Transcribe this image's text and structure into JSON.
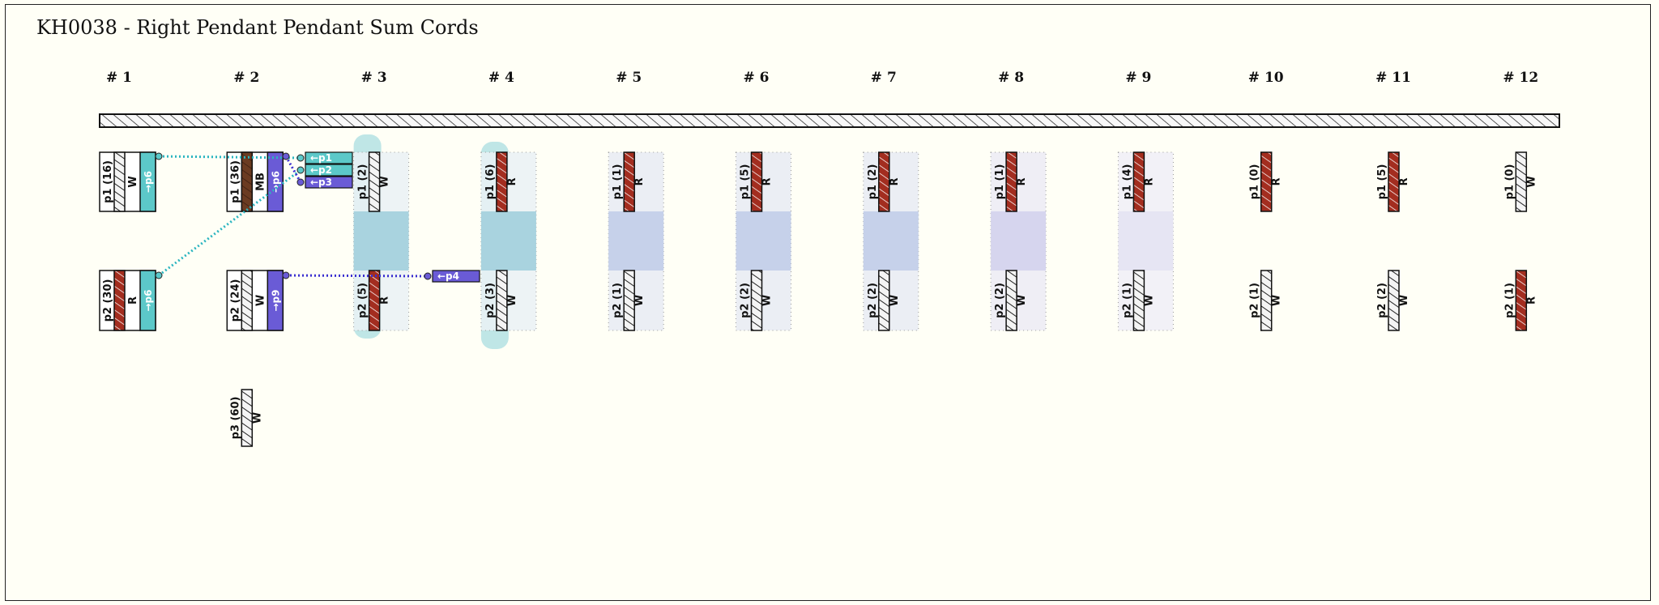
{
  "title": "KH0038 - Right Pendant Pendant Sum Cords",
  "colors": {
    "teal": "#5cc8c9",
    "purple": "#6a5bd6",
    "red": "#a32d1f",
    "brown": "#6b3b22",
    "white": "#f4f4f4"
  },
  "groups": [
    {
      "label": "# 1",
      "cords": [
        {
          "name": "p1 (16)",
          "color": "W",
          "tag": "→p6",
          "tag_color": "teal"
        },
        {
          "name": "p2 (30)",
          "color": "R",
          "tag": "→p6",
          "tag_color": "teal"
        }
      ]
    },
    {
      "label": "# 2",
      "cords": [
        {
          "name": "p1 (36)",
          "color": "MB",
          "tag": "→p6",
          "tag_color": "purple"
        },
        {
          "name": "p2 (24)",
          "color": "W",
          "tag": "→p9",
          "tag_color": "purple"
        },
        {
          "name": "p3 (60)",
          "color": "W"
        }
      ]
    },
    {
      "label": "# 3",
      "shade": "teal",
      "cords": [
        {
          "name": "p1 (2)",
          "color": "W"
        },
        {
          "name": "p2 (5)",
          "color": "R"
        }
      ]
    },
    {
      "label": "# 4",
      "shade": "teal",
      "cords": [
        {
          "name": "p1 (6)",
          "color": "R"
        },
        {
          "name": "p2 (3)",
          "color": "W"
        }
      ]
    },
    {
      "label": "# 5",
      "shade": "blue",
      "cords": [
        {
          "name": "p1 (1)",
          "color": "R"
        },
        {
          "name": "p2 (1)",
          "color": "W"
        }
      ]
    },
    {
      "label": "# 6",
      "shade": "blue",
      "cords": [
        {
          "name": "p1 (5)",
          "color": "R"
        },
        {
          "name": "p2 (2)",
          "color": "W"
        }
      ]
    },
    {
      "label": "# 7",
      "shade": "blue",
      "cords": [
        {
          "name": "p1 (2)",
          "color": "R"
        },
        {
          "name": "p2 (2)",
          "color": "W"
        }
      ]
    },
    {
      "label": "# 8",
      "shade": "lavender",
      "cords": [
        {
          "name": "p1 (1)",
          "color": "R"
        },
        {
          "name": "p2 (2)",
          "color": "W"
        }
      ]
    },
    {
      "label": "# 9",
      "shade": "pale",
      "cords": [
        {
          "name": "p1 (4)",
          "color": "R"
        },
        {
          "name": "p2 (1)",
          "color": "W"
        }
      ]
    },
    {
      "label": "# 10",
      "cords": [
        {
          "name": "p1 (0)",
          "color": "R"
        },
        {
          "name": "p2 (1)",
          "color": "W"
        }
      ]
    },
    {
      "label": "# 11",
      "cords": [
        {
          "name": "p1 (5)",
          "color": "R"
        },
        {
          "name": "p2 (2)",
          "color": "W"
        }
      ]
    },
    {
      "label": "# 12",
      "cords": [
        {
          "name": "p1 (0)",
          "color": "W"
        },
        {
          "name": "p2 (1)",
          "color": "R"
        }
      ]
    }
  ],
  "sum_tags": [
    {
      "label": "←p1",
      "color": "teal",
      "group": 3
    },
    {
      "label": "←p2",
      "color": "teal",
      "group": 3
    },
    {
      "label": "←p3",
      "color": "purple",
      "group": 3
    },
    {
      "label": "←p4",
      "color": "purple",
      "group": 4
    }
  ]
}
